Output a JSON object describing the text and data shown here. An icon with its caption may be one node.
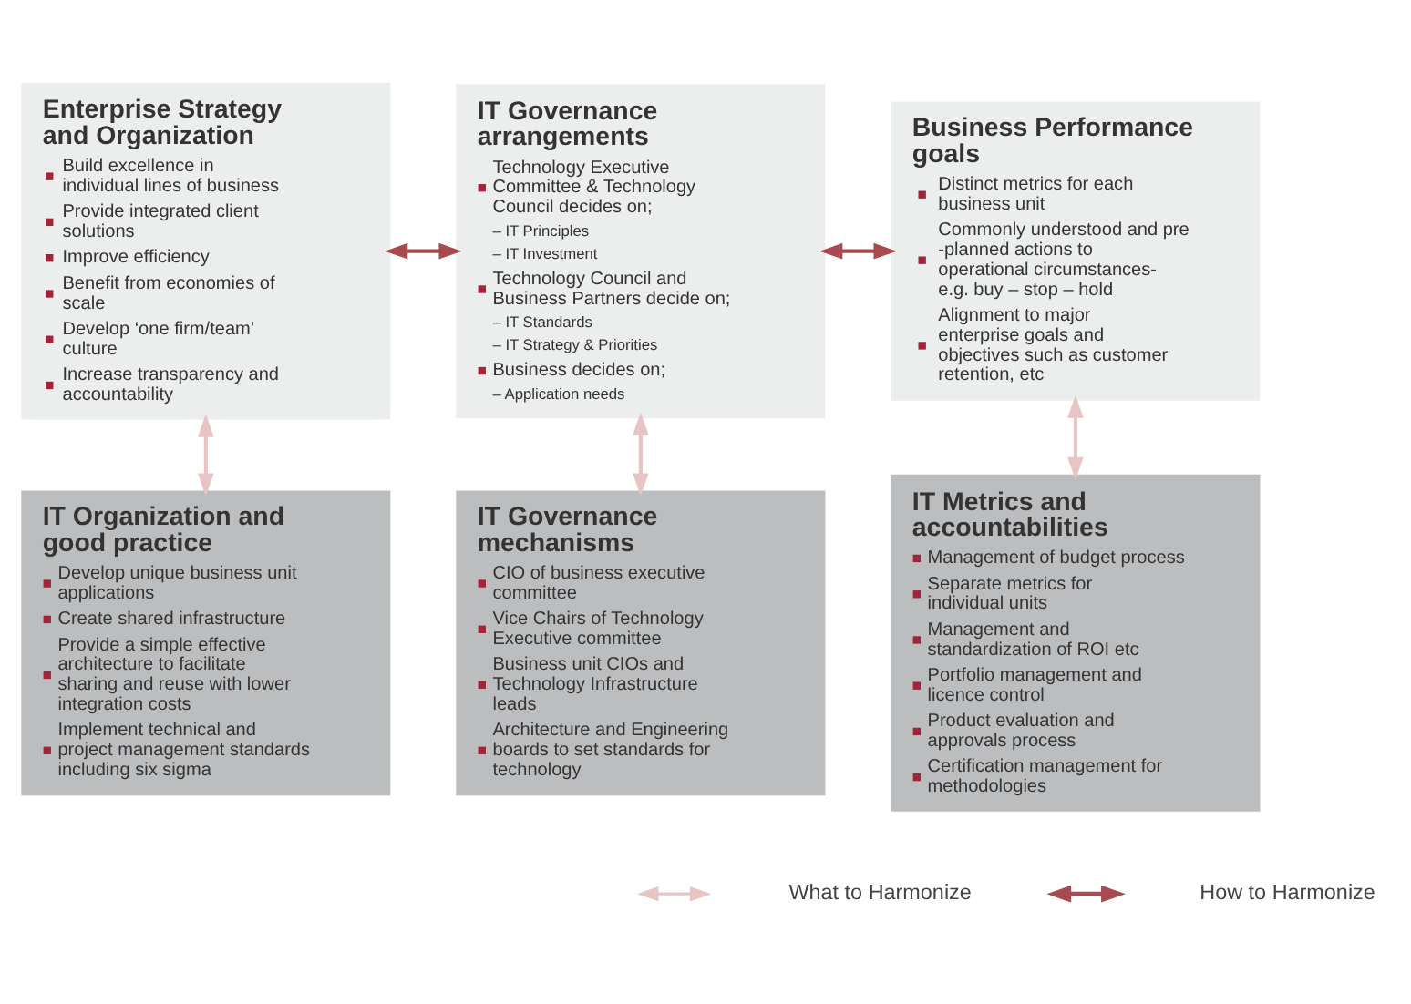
{
  "diagram": {
    "nodes": [
      {
        "text": [
          "Enterprise Strategy and Organization",
          "Build excellence in individual lines of business",
          "Provide integrated client solutions",
          "Improve efficiency",
          "Benefit from economies of scale",
          "Develop ‘one firm/team’ culture",
          "Increase transparency and accountability"
        ]
      },
      {
        "text": [
          "IT Organization and good practice",
          "Develop unique business unit applications",
          "Create shared infrastructure",
          "Provide a simple effective architecture to facilitate sharing and reuse with lower integration costs",
          "Implement technical and project management standards including six sigma"
        ]
      },
      {
        "text": [
          "IT Governance arrangements",
          "Technology Executive Committee & Technology Council decides on;",
          "– IT Principles",
          "– IT Investment",
          "Technology Council and Business Partners decide on;",
          "– IT Standards",
          "– IT Strategy & Priorities",
          "Business decides on;",
          "– Application needs"
        ]
      },
      {
        "text": [
          "IT Governance mechanisms",
          "CIO of business executive committee",
          "Vice Chairs of Technology Executive committee",
          "Business unit CIOs and Technology Infrastructure leads",
          "Architecture and Engineering boards to set standards for technology"
        ]
      },
      {
        "text": [
          "Business Performance goals",
          "Distinct metrics for each business unit",
          "Commonly understood and pre -planned actions to operational circumstances- e.g. buy – stop – hold",
          "Alignment to major enterprise goals and objectives such as customer retention, etc"
        ]
      },
      {
        "text": [
          "IT Metrics and accountabilities",
          "Management of budget process",
          "Separate metrics for individual units",
          "Management and standardization of ROI etc",
          "Portfolio management and licence control",
          "Product evaluation and approvals process",
          "Certification management for methodologies"
        ]
      }
    ],
    "edges": [
      {
        "from": 0,
        "to": 1,
        "arrow": "both",
        "color": "#e8c4c4"
      },
      {
        "from": 2,
        "to": 3,
        "arrow": "both",
        "color": "#e8c4c4"
      },
      {
        "from": 4,
        "to": 5,
        "arrow": "both",
        "color": "#e8c4c4"
      },
      {
        "from": 0,
        "to": 2,
        "arrow": "both",
        "color": "#a84a4f"
      },
      {
        "from": 2,
        "to": 4,
        "arrow": "both",
        "color": "#a84a4f"
      }
    ],
    "legend": [
      {
        "text": "What to Harmonize"
      },
      {
        "text": "How to Harmonize"
      }
    ]
  }
}
